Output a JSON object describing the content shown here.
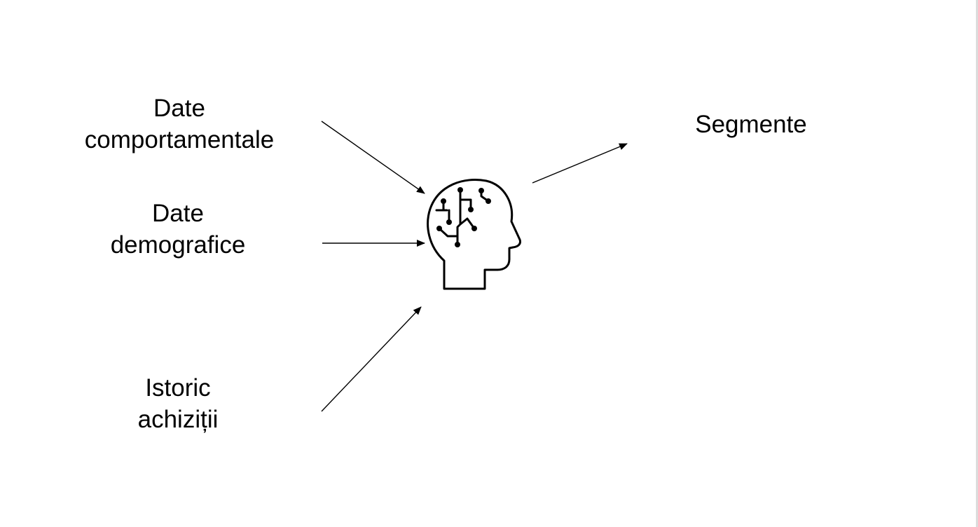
{
  "inputs": {
    "behavioral": {
      "line1": "Date",
      "line2": "comportamentale"
    },
    "demographic": {
      "line1": "Date",
      "line2": "demografice"
    },
    "history": {
      "line1": "Istoric",
      "line2": "achiziții"
    }
  },
  "output": {
    "label": "Segmente"
  },
  "center": {
    "icon": "ai-brain-head-icon"
  },
  "colors": {
    "line": "#000000",
    "background": "#ffffff"
  }
}
